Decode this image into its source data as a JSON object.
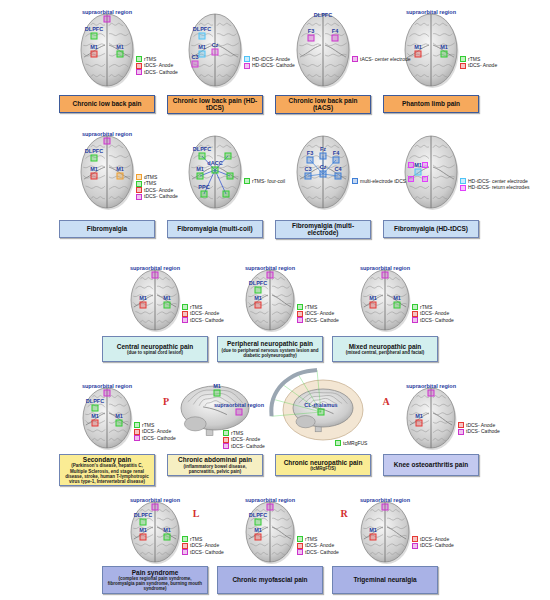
{
  "diagram": {
    "nodes": [
      {
        "text": [
          "Chronic low back pain"
        ]
      },
      {
        "text": [
          "Chronic low back pain (HD-tDCS)"
        ]
      },
      {
        "text": [
          "Chronic low back pain (tACS)"
        ]
      },
      {
        "text": [
          "Phantom limb pain"
        ]
      },
      {
        "text": [
          "Fibromyalgia"
        ]
      },
      {
        "text": [
          "Fibromyalgia (multi-coil)"
        ]
      },
      {
        "text": [
          "Fibromyalgia (multi-electrode)"
        ]
      },
      {
        "text": [
          "Fibromyalgia (HD-tDCS)"
        ]
      },
      {
        "text": [
          "Central neuropathic pain",
          "(due to spinal cord lesion)"
        ]
      },
      {
        "text": [
          "Peripheral neuropathic pain",
          "(due to peripheral nervous system lesion and diabetic polyneuropathy)"
        ]
      },
      {
        "text": [
          "Mixed neuropathic pain",
          "(mixed central, peripheral and facial)"
        ]
      },
      {
        "text": [
          "Secondary pain",
          "(Parkinson's disease, hepatitis C, Multiple Sclerosis, end stage renal disease, stroke, human T-lymphotropic virus type-1, Intervertebral disease)"
        ]
      },
      {
        "text": [
          "Chronic abdominal pain",
          "(inflammatory bowel disease, pancreatitis, pelvic pain)"
        ]
      },
      {
        "text": [
          "Chronic neuropathic pain",
          "(tcMRgFUS)"
        ]
      },
      {
        "text": [
          "Knee osteoarthritis pain"
        ]
      },
      {
        "text": [
          "Pain syndrome",
          "(complex regional pain syndrome, fibromyalgia pain syndrome, burning mouth syndrome)"
        ]
      },
      {
        "text": [
          "Chronic myofascial pain"
        ]
      },
      {
        "text": [
          "Trigeminal neuralgia"
        ]
      }
    ],
    "labels": [
      "supraorbital region",
      "DLPFC",
      "M1",
      "M1",
      "DLPFC",
      "M1",
      "C3",
      "Cz",
      "DLPFC",
      "F3",
      "F4",
      "supraorbital region",
      "M1",
      "M1",
      "supraorbital region",
      "DLPFC",
      "M1",
      "M1",
      "dACC",
      "DLPFC",
      "M1",
      "PPC",
      "Fz",
      "Cz",
      "F3",
      "F4",
      "C3",
      "C4",
      "M1",
      "supraorbital region",
      "M1",
      "M1",
      "supraorbital region",
      "DLPFC",
      "M1",
      "supraorbital region",
      "M1",
      "M1",
      "supraorbital region",
      "DLPFC",
      "M1",
      "M1",
      "M1",
      "supraorbital region",
      "CL-thalamus",
      "supraorbital region",
      "M1",
      "supraorbital region",
      "DLPFC",
      "M1",
      "M1",
      "supraorbital region",
      "DLPFC",
      "M1",
      "supraorbital region",
      "M1",
      "P",
      "A",
      "L",
      "R"
    ],
    "legend": [
      {
        "text": "rTMS",
        "color": "#33cc33"
      },
      {
        "text": "tDCS- Anode",
        "color": "#e53935"
      },
      {
        "text": "tDCS- Cathode",
        "color": "#cc33cc"
      },
      {
        "text": "HD-tDCS- Anode",
        "color": "#4fc3f7"
      },
      {
        "text": "HD-tDCS- Cathode",
        "color": "#d63fd6"
      },
      {
        "text": "tACS- center electrode",
        "color": "#cc33cc"
      },
      {
        "text": "rTMS",
        "color": "#33cc33"
      },
      {
        "text": "tDCS- Anode",
        "color": "#e53935"
      },
      {
        "text": "dTMS",
        "color": "#f0a030"
      },
      {
        "text": "rTMS",
        "color": "#33cc33"
      },
      {
        "text": "tDCS- Anode",
        "color": "#e53935"
      },
      {
        "text": "tDCS- Cathode",
        "color": "#cc33cc"
      },
      {
        "text": "rTMS- four-coil",
        "color": "#33cc33"
      },
      {
        "text": "multi-electrode tDCS",
        "color": "#3f7fd6"
      },
      {
        "text": "HD-tDCS- center electrode",
        "color": "#4fc3f7"
      },
      {
        "text": "HD-tDCS- return electrodes",
        "color": "#e040fb"
      },
      {
        "text": "rTMS",
        "color": "#33cc33"
      },
      {
        "text": "tDCS- Anode",
        "color": "#e53935"
      },
      {
        "text": "tDCS- Cathode",
        "color": "#cc33cc"
      },
      {
        "text": "rTMS",
        "color": "#33cc33"
      },
      {
        "text": "tDCS- Anode",
        "color": "#e53935"
      },
      {
        "text": "tDCS- Cathode",
        "color": "#cc33cc"
      },
      {
        "text": "rTMS",
        "color": "#33cc33"
      },
      {
        "text": "tDCS- Anode",
        "color": "#e53935"
      },
      {
        "text": "tDCS- Cathode",
        "color": "#cc33cc"
      },
      {
        "text": "rTMS",
        "color": "#33cc33"
      },
      {
        "text": "tDCS- Anode",
        "color": "#e53935"
      },
      {
        "text": "tDCS- Cathode",
        "color": "#cc33cc"
      },
      {
        "text": "rTMS",
        "color": "#33cc33"
      },
      {
        "text": "tDCS- Anode",
        "color": "#e53935"
      },
      {
        "text": "tDCS- Cathode",
        "color": "#cc33cc"
      },
      {
        "text": "tcMRgFUS",
        "color": "#33cc33"
      },
      {
        "text": "tDCS- Anode",
        "color": "#e53935"
      },
      {
        "text": "tDCS- Cathode",
        "color": "#cc33cc"
      },
      {
        "text": "rTMS",
        "color": "#33cc33"
      },
      {
        "text": "tDCS- Anode",
        "color": "#e53935"
      },
      {
        "text": "tDCS- Cathode",
        "color": "#cc33cc"
      },
      {
        "text": "rTMS",
        "color": "#33cc33"
      },
      {
        "text": "tDCS- Anode",
        "color": "#e53935"
      },
      {
        "text": "tDCS- Cathode",
        "color": "#cc33cc"
      },
      {
        "text": "tDCS- Anode",
        "color": "#e53935"
      },
      {
        "text": "tDCS- Cathode",
        "color": "#cc33cc"
      }
    ]
  }
}
